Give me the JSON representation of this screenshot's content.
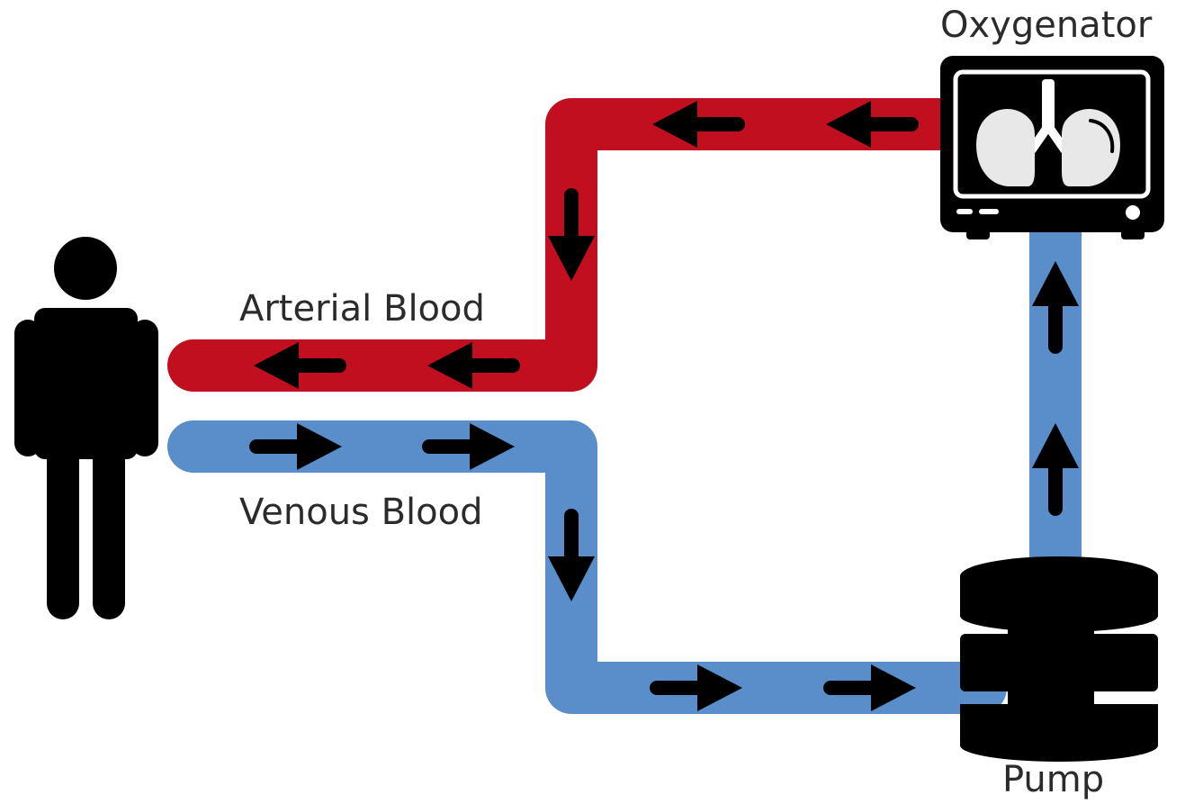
{
  "labels": {
    "oxygenator": "Oxygenator",
    "arterial": "Arterial Blood",
    "venous": "Venous Blood",
    "pump": "Pump"
  },
  "colors": {
    "arterial": "#c10f20",
    "venous": "#5a8ecb",
    "ink": "#000000",
    "device_fill": "#ffffff",
    "lung_fill": "#e8e8e8"
  },
  "icons": [
    "person-icon",
    "oxygenator-monitor-icon",
    "lungs-icon",
    "pump-stack-icon",
    "flow-arrow-icon"
  ]
}
